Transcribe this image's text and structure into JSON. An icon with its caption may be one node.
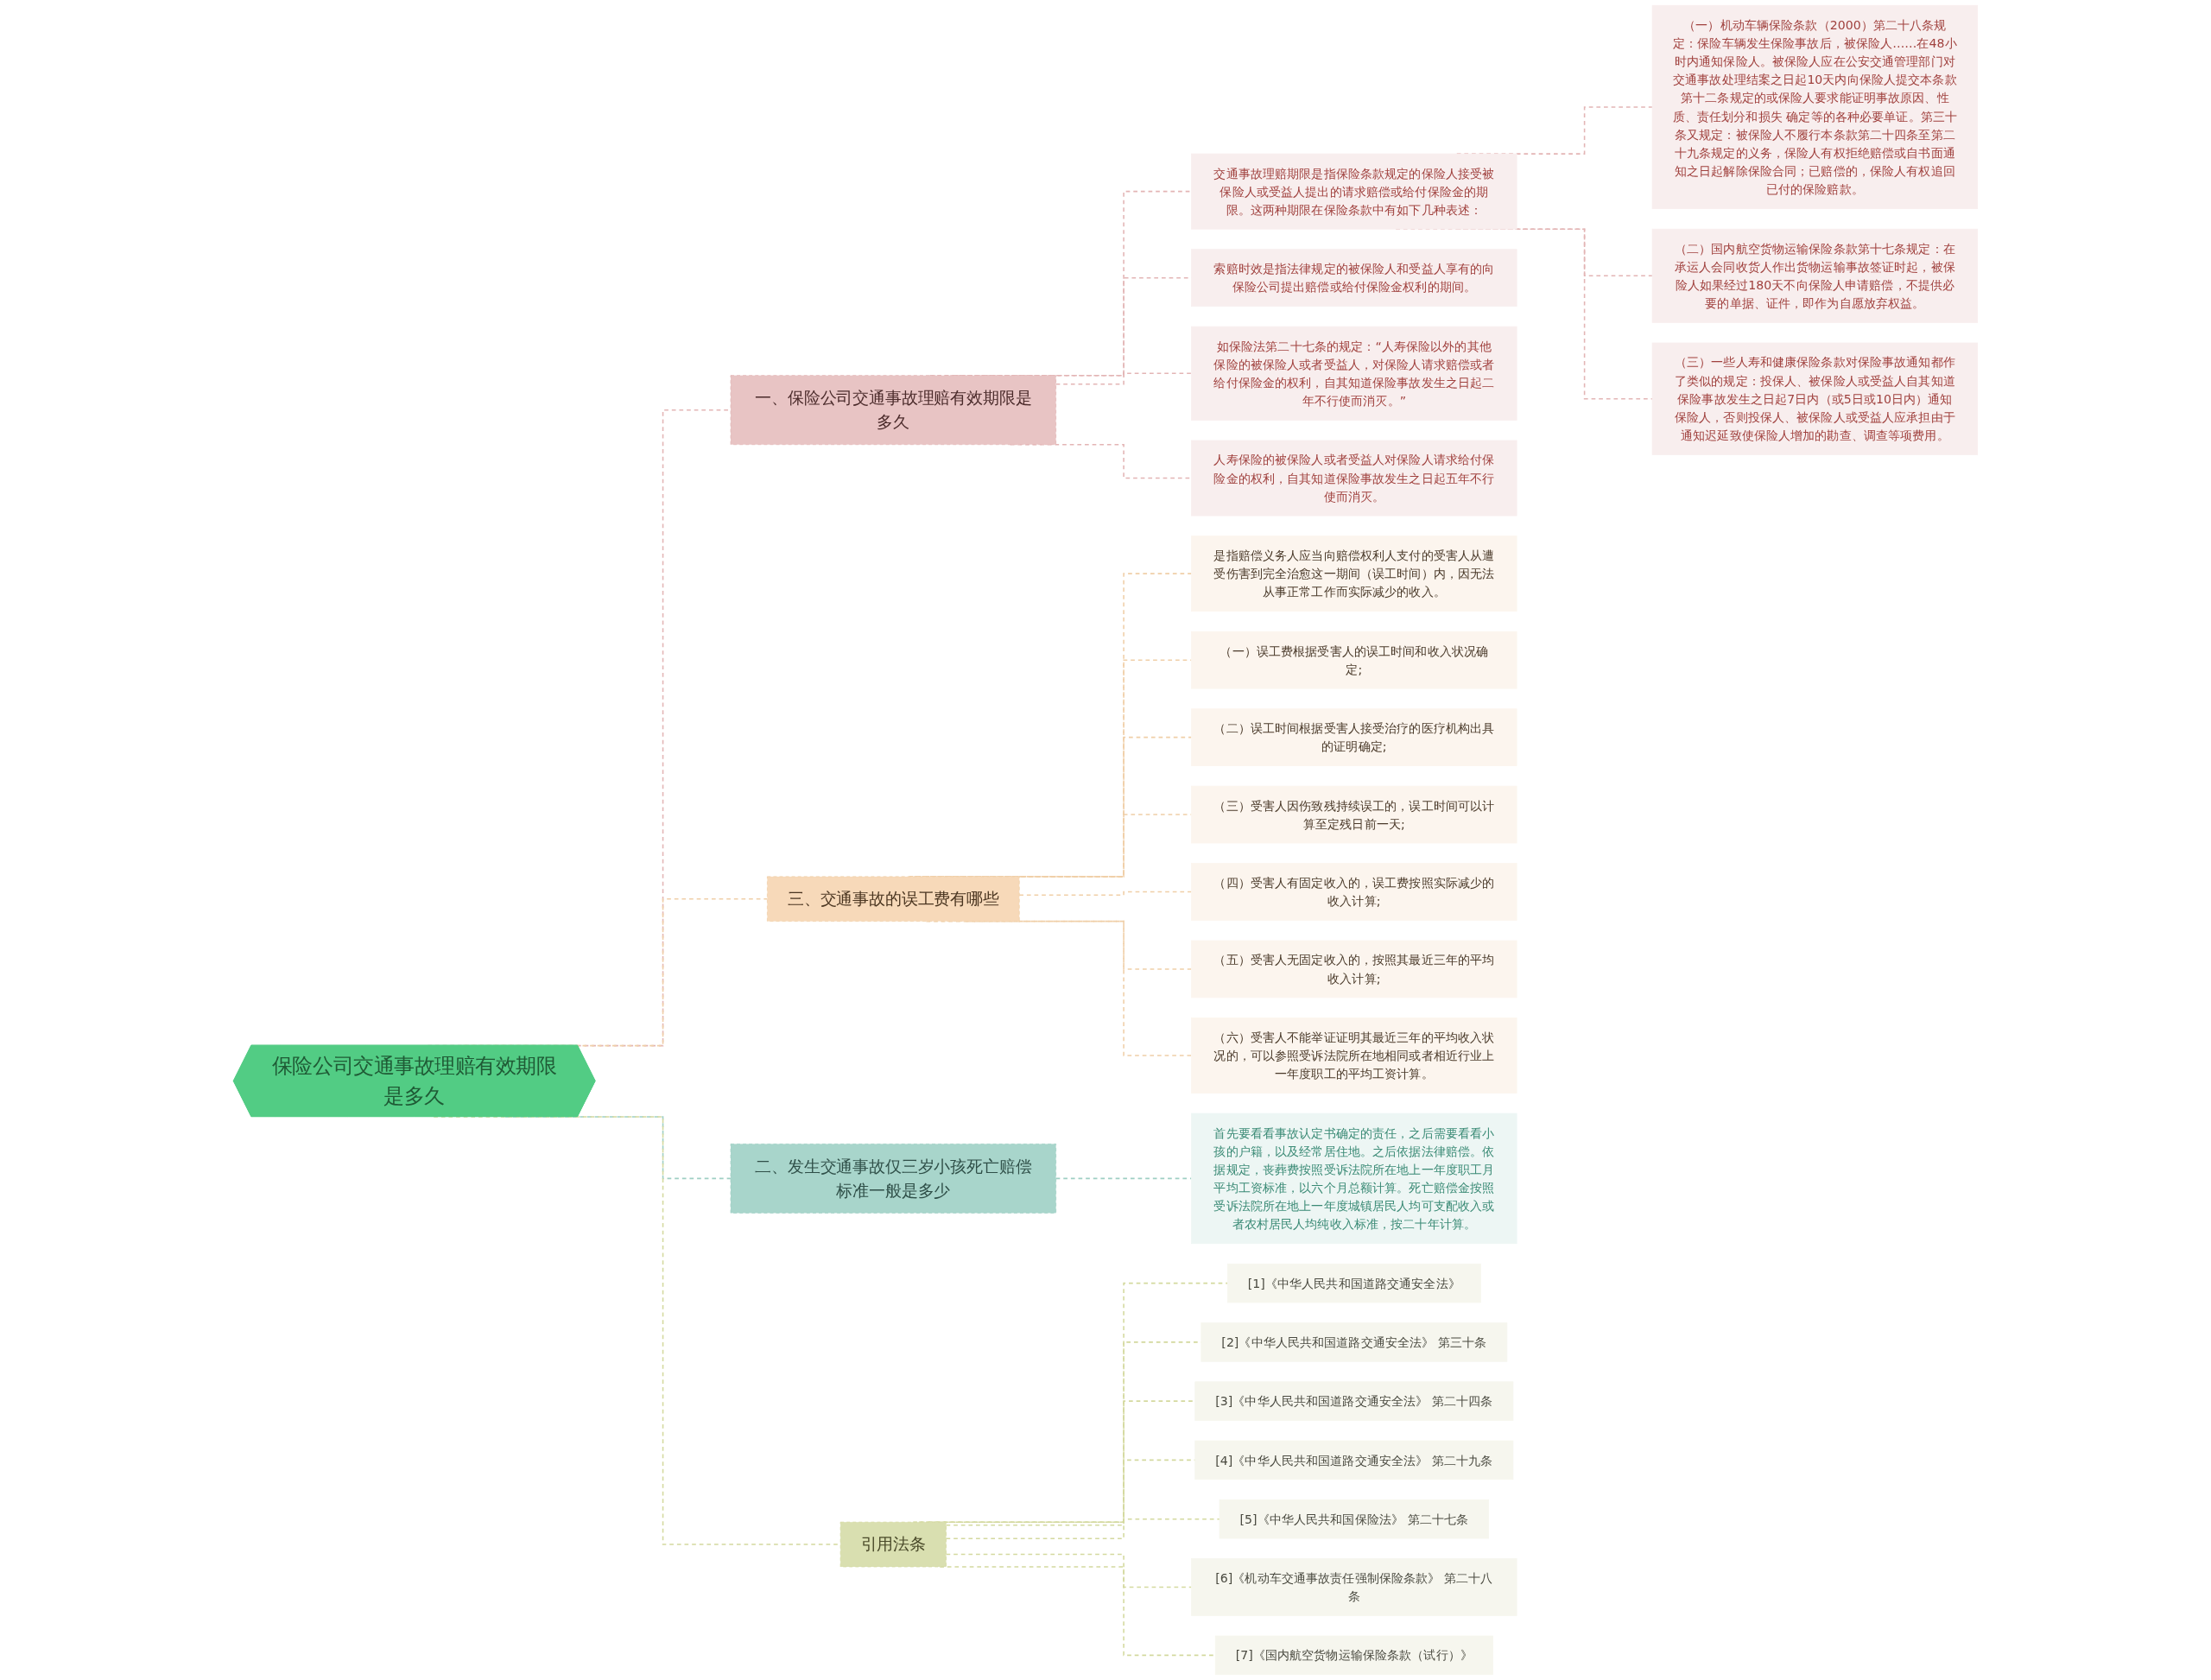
{
  "diagram": {
    "nodes": [
      {
        "text": [
          "保险公司交通事故理赔有效期限是多久"
        ]
      },
      {
        "text": [
          "一、保险公司交通事故理赔有效期限是多久"
        ]
      },
      {
        "text": [
          "交通事故理赔期限是指保险条款规定的保险人接受被保险人或受益人提出的请求赔偿或给付保险金的期限。这两种期限在保险条款中有如下几种表述："
        ]
      },
      {
        "text": [
          "（一）机动车辆保险条款（2000）第二十八条规定：保险车辆发生保险事故后，被保险人……在48小时内通知保险人。被保险人应在公安交通管理部门对交通事故处理结案之日起10天内向保险人提交本条款第十二条规定的或保险人要求能证明事故原因、性质、责任划分和损失 确定等的各种必要单证。第三十条又规定：被保险人不履行本条款第二十四条至第二十九条规定的义务，保险人有权拒绝赔偿或自书面通知之日起解除保险合同；已赔偿的，保险人有权追回已付的保险赔款。"
        ]
      },
      {
        "text": [
          "（二）国内航空货物运输保险条款第十七条规定：在承运人会同收货人作出货物运输事故签证时起，被保险人如果经过180天不向保险人申请赔偿，不提供必要的单据、证件，即作为自愿放弃权益。"
        ]
      },
      {
        "text": [
          "（三）一些人寿和健康保险条款对保险事故通知都作了类似的规定：投保人、被保险人或受益人自其知道保险事故发生之日起7日内（或5日或10日内）通知保险人，否则投保人、被保险人或受益人应承担由于通知迟延致使保险人增加的勘查、调查等项费用。"
        ]
      },
      {
        "text": [
          "索赔时效是指法律规定的被保险人和受益人享有的向保险公司提出赔偿或给付保险金权利的期间。"
        ]
      },
      {
        "text": [
          "如保险法第二十七条的规定：“人寿保险以外的其他保险的被保险人或者受益人，对保险人请求赔偿或者给付保险金的权利，自其知道保险事故发生之日起二年不行使而消灭。”"
        ]
      },
      {
        "text": [
          "人寿保险的被保险人或者受益人对保险人请求给付保险金的权利，自其知道保险事故发生之日起五年不行使而消灭。"
        ]
      },
      {
        "text": [
          "三、交通事故的误工费有哪些"
        ]
      },
      {
        "text": [
          "是指赔偿义务人应当向赔偿权利人支付的受害人从遭受伤害到完全治愈这一期间（误工时间）内，因无法从事正常工作而实际减少的收入。"
        ]
      },
      {
        "text": [
          "（一）误工费根据受害人的误工时间和收入状况确定;"
        ]
      },
      {
        "text": [
          "（二）误工时间根据受害人接受治疗的医疗机构出具的证明确定;"
        ]
      },
      {
        "text": [
          "（三）受害人因伤致残持续误工的，误工时间可以计算至定残日前一天;"
        ]
      },
      {
        "text": [
          "（四）受害人有固定收入的，误工费按照实际减少的收入计算;"
        ]
      },
      {
        "text": [
          "（五）受害人无固定收入的，按照其最近三年的平均收入计算;"
        ]
      },
      {
        "text": [
          "（六）受害人不能举证证明其最近三年的平均收入状况的，可以参照受诉法院所在地相同或者相近行业上一年度职工的平均工资计算。"
        ]
      },
      {
        "text": [
          "二、发生交通事故仅三岁小孩死亡赔偿标准一般是多少"
        ]
      },
      {
        "text": [
          "首先要看看事故认定书确定的责任，之后需要看看小孩的户籍，以及经常居住地。之后依据法律赔偿。依据规定，丧葬费按照受诉法院所在地上一年度职工月平均工资标准，以六个月总额计算。死亡赔偿金按照受诉法院所在地上一年度城镇居民人均可支配收入或者农村居民人均纯收入标准，按二十年计算。"
        ]
      },
      {
        "text": [
          "引用法条"
        ]
      },
      {
        "text": [
          "[1]《中华人民共和国道路交通安全法》"
        ]
      },
      {
        "text": [
          "[2]《中华人民共和国道路交通安全法》 第三十条"
        ]
      },
      {
        "text": [
          "[3]《中华人民共和国道路交通安全法》 第二十四条"
        ]
      },
      {
        "text": [
          "[4]《中华人民共和国道路交通安全法》 第二十九条"
        ]
      },
      {
        "text": [
          "[5]《中华人民共和国保险法》 第二十七条"
        ]
      },
      {
        "text": [
          "[6]《机动车交通事故责任强制保险条款》 第二十八条"
        ]
      },
      {
        "text": [
          "[7]《国内航空货物运输保险条款（试行）》"
        ]
      }
    ],
    "edges": [
      {
        "from": 0,
        "to": 1,
        "arrow": "none",
        "style": "dashed",
        "color": "#e3b5b5"
      },
      {
        "from": 1,
        "to": 2,
        "arrow": "none",
        "style": "dashed",
        "color": "#e3b5b5"
      },
      {
        "from": 2,
        "to": 3,
        "arrow": "none",
        "style": "dashed",
        "color": "#e3b5b5"
      },
      {
        "from": 2,
        "to": 4,
        "arrow": "none",
        "style": "dashed",
        "color": "#e3b5b5"
      },
      {
        "from": 2,
        "to": 5,
        "arrow": "none",
        "style": "dashed",
        "color": "#e3b5b5"
      },
      {
        "from": 1,
        "to": 6,
        "arrow": "none",
        "style": "dashed",
        "color": "#e3b5b5"
      },
      {
        "from": 1,
        "to": 7,
        "arrow": "none",
        "style": "dashed",
        "color": "#e3b5b5"
      },
      {
        "from": 1,
        "to": 8,
        "arrow": "none",
        "style": "dashed",
        "color": "#e3b5b5"
      },
      {
        "from": 0,
        "to": 9,
        "arrow": "none",
        "style": "dashed",
        "color": "#f0cfa8"
      },
      {
        "from": 9,
        "to": 10,
        "arrow": "none",
        "style": "dashed",
        "color": "#f0cfa8"
      },
      {
        "from": 9,
        "to": 11,
        "arrow": "none",
        "style": "dashed",
        "color": "#f0cfa8"
      },
      {
        "from": 9,
        "to": 12,
        "arrow": "none",
        "style": "dashed",
        "color": "#f0cfa8"
      },
      {
        "from": 9,
        "to": 13,
        "arrow": "none",
        "style": "dashed",
        "color": "#f0cfa8"
      },
      {
        "from": 9,
        "to": 14,
        "arrow": "none",
        "style": "dashed",
        "color": "#f0cfa8"
      },
      {
        "from": 9,
        "to": 15,
        "arrow": "none",
        "style": "dashed",
        "color": "#f0cfa8"
      },
      {
        "from": 9,
        "to": 16,
        "arrow": "none",
        "style": "dashed",
        "color": "#f0cfa8"
      },
      {
        "from": 0,
        "to": 17,
        "arrow": "none",
        "style": "dashed",
        "color": "#9fcfc4"
      },
      {
        "from": 17,
        "to": 18,
        "arrow": "none",
        "style": "dashed",
        "color": "#9fcfc4"
      },
      {
        "from": 0,
        "to": 19,
        "arrow": "none",
        "style": "dashed",
        "color": "#d4d99f"
      },
      {
        "from": 19,
        "to": 20,
        "arrow": "none",
        "style": "dashed",
        "color": "#d4d99f"
      },
      {
        "from": 19,
        "to": 21,
        "arrow": "none",
        "style": "dashed",
        "color": "#d4d99f"
      },
      {
        "from": 19,
        "to": 22,
        "arrow": "none",
        "style": "dashed",
        "color": "#d4d99f"
      },
      {
        "from": 19,
        "to": 23,
        "arrow": "none",
        "style": "dashed",
        "color": "#d4d99f"
      },
      {
        "from": 19,
        "to": 24,
        "arrow": "none",
        "style": "dashed",
        "color": "#d4d99f"
      },
      {
        "from": 19,
        "to": 25,
        "arrow": "none",
        "style": "dashed",
        "color": "#d4d99f"
      },
      {
        "from": 19,
        "to": 26,
        "arrow": "none",
        "style": "dashed",
        "color": "#d4d99f"
      }
    ]
  }
}
